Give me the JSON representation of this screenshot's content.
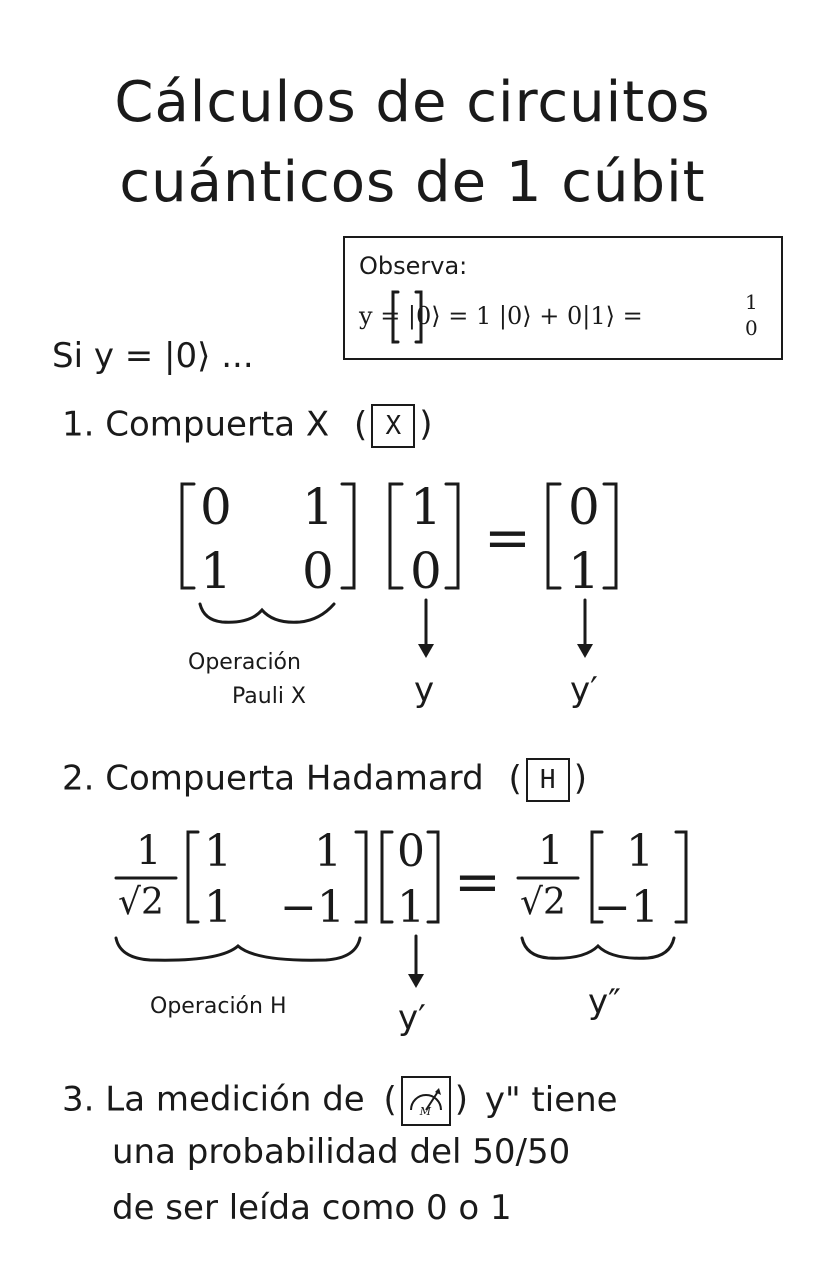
{
  "title": {
    "line1": "Cálculos de circuitos",
    "line2": "cuánticos de 1 cúbit"
  },
  "observe": {
    "label": "Observa:",
    "lhs": "y = |0⟩ = 1 |0⟩ + 0|1⟩ =",
    "vec_top": "1",
    "vec_bottom": "0"
  },
  "intro": "Si y = |0⟩ ...",
  "step1": {
    "number_label": "1. Compuerta X",
    "gate_symbol": "X",
    "matrix": [
      "0",
      "1",
      "1",
      "0"
    ],
    "vector_in": [
      "1",
      "0"
    ],
    "equals": "=",
    "vector_out": [
      "0",
      "1"
    ],
    "brace_label_line1": "Operación",
    "brace_label_line2": "Pauli X",
    "arrow_label_in": "y",
    "arrow_label_out": "y′"
  },
  "step2": {
    "number_label": "2. Compuerta Hadamard",
    "gate_symbol": "H",
    "factor_num": "1",
    "factor_den": "√2",
    "matrix": [
      "1",
      "1",
      "1",
      "−1"
    ],
    "vector_in": [
      "0",
      "1"
    ],
    "equals": "=",
    "result_factor_num": "1",
    "result_factor_den": "√2",
    "vector_out": [
      "1",
      "−1"
    ],
    "brace_label": "Operación H",
    "arrow_label_in": "y′",
    "arrow_label_out": "y″"
  },
  "step3": {
    "line1_prefix": "3. La medición de",
    "gate_letter": "M",
    "line1_suffix": "y\" tiene",
    "line2": "una probabilidad del 50/50",
    "line3": "de ser leída como 0 o 1"
  }
}
